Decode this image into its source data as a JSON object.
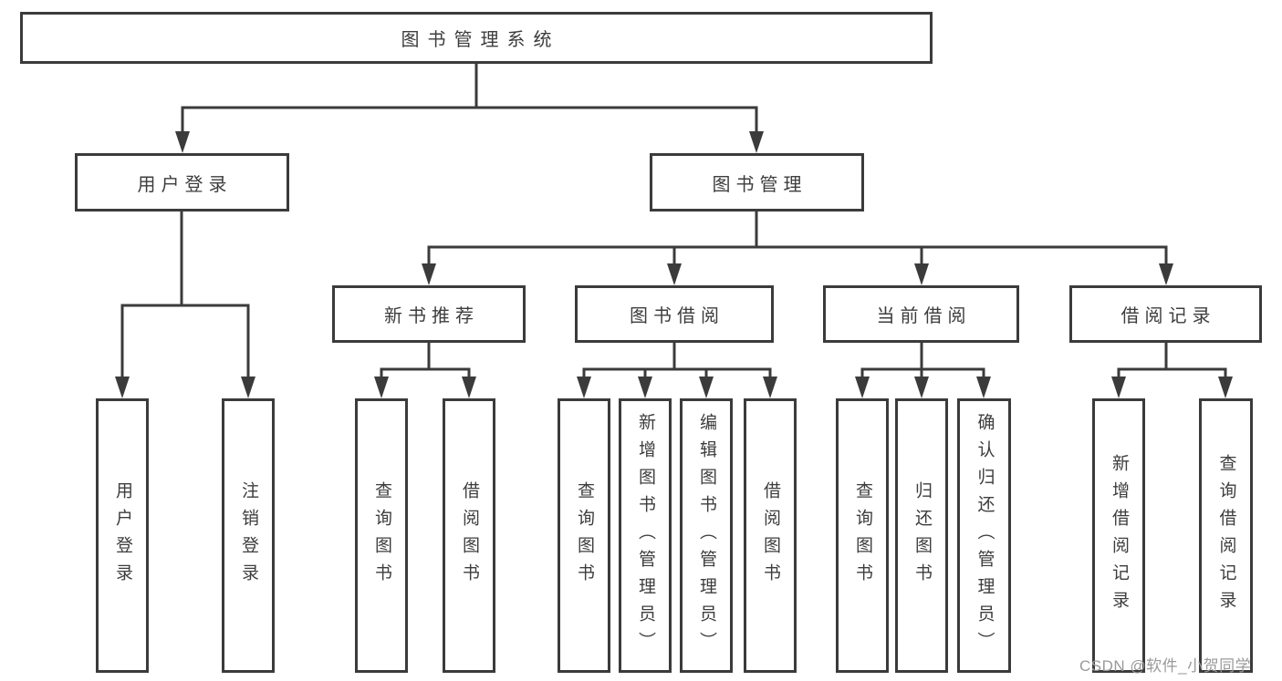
{
  "diagram": {
    "root": {
      "label": "图书管理系统"
    },
    "branches": [
      {
        "label": "用户登录",
        "children": [
          {
            "label": "用户登录"
          },
          {
            "label": "注销登录"
          }
        ]
      },
      {
        "label": "图书管理",
        "children": [
          {
            "label": "新书推荐",
            "children": [
              {
                "label": "查询图书"
              },
              {
                "label": "借阅图书"
              }
            ]
          },
          {
            "label": "图书借阅",
            "children": [
              {
                "label": "查询图书"
              },
              {
                "label": "新增图书（管理员）"
              },
              {
                "label": "编辑图书（管理员）"
              },
              {
                "label": "借阅图书"
              }
            ]
          },
          {
            "label": "当前借阅",
            "children": [
              {
                "label": "查询图书"
              },
              {
                "label": "归还图书"
              },
              {
                "label": "确认归还（管理员）"
              }
            ]
          },
          {
            "label": "借阅记录",
            "children": [
              {
                "label": "新增借阅记录"
              },
              {
                "label": "查询借阅记录"
              }
            ]
          }
        ]
      }
    ]
  },
  "watermark": {
    "text": "CSDN @软件_小贺同学"
  },
  "colors": {
    "line": "#3b3b3b",
    "text": "#3d3d3d",
    "background": "#ffffff",
    "watermark": "#9a9a9a"
  }
}
